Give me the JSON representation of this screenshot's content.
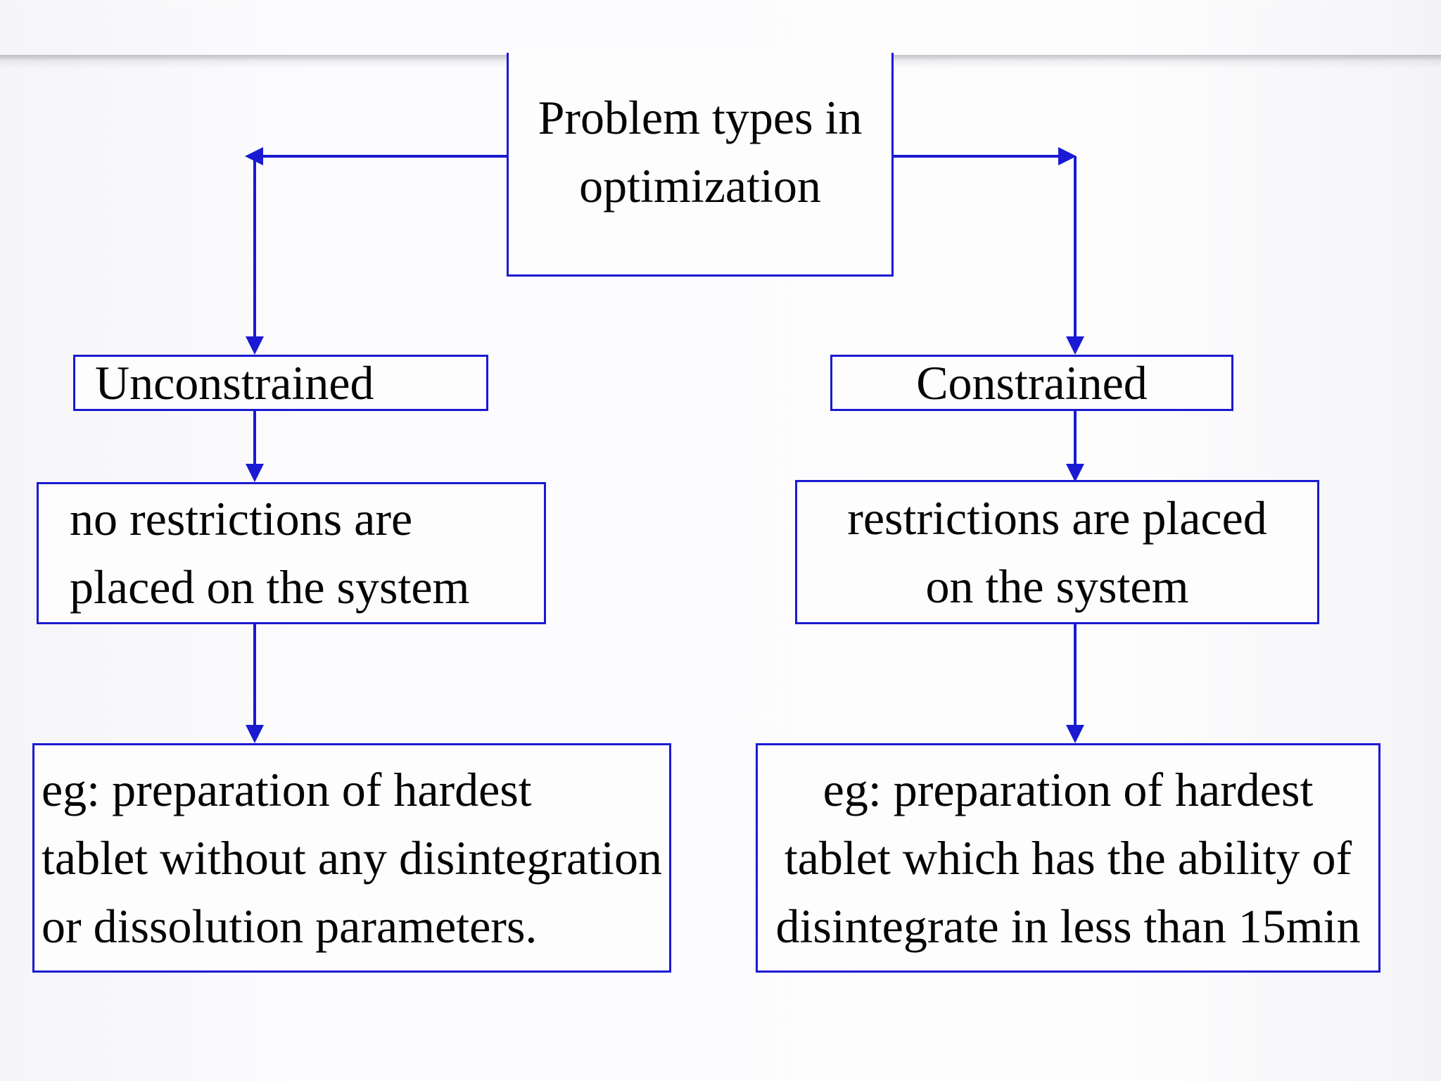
{
  "diagram": {
    "root": {
      "lines": [
        "Problem types in",
        "optimization"
      ]
    },
    "branches": {
      "unconstrained": {
        "label": "Unconstrained",
        "definition": [
          "no restrictions are",
          "placed on the system"
        ],
        "example": [
          "eg: preparation of hardest",
          "tablet without any disintegration",
          "or dissolution parameters."
        ]
      },
      "constrained": {
        "label": "Constrained",
        "definition": [
          "restrictions are placed",
          "on the system"
        ],
        "example": [
          "eg: preparation of hardest",
          "tablet which has the ability of",
          "disintegrate in less than 15min"
        ]
      }
    }
  },
  "colors": {
    "connector_blue": "#1a1ad2",
    "box_border_blue": "#1a1ad2",
    "banner_red": "#d8575f",
    "banner_red_dark": "#a63439",
    "text_black": "#050505",
    "background": "#fcfcfe"
  }
}
